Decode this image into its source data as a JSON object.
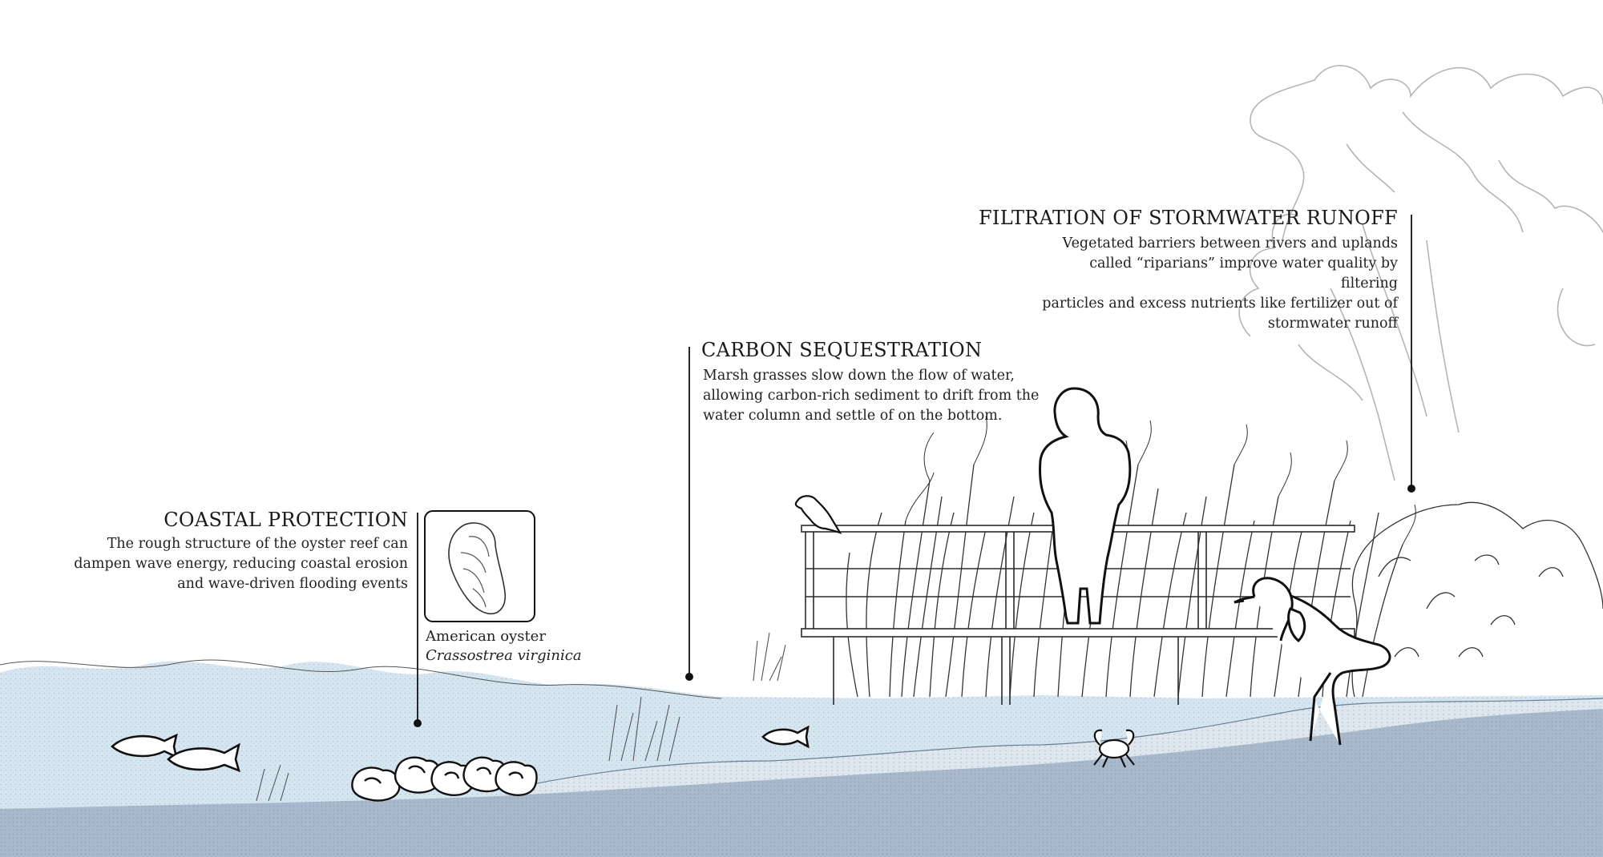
{
  "callouts": {
    "coastal": {
      "title": "COASTAL PROTECTION",
      "lines": [
        "The rough structure of the oyster reef can",
        "dampen wave energy, reducing coastal erosion",
        "and wave-driven flooding events"
      ]
    },
    "carbon": {
      "title": "CARBON SEQUESTRATION",
      "lines": [
        "Marsh grasses slow down the flow of water,",
        "allowing carbon-rich sediment to drift from the",
        "water column and settle of on the bottom."
      ]
    },
    "filtration": {
      "title": "FILTRATION OF STORMWATER RUNOFF",
      "lines": [
        "Vegetated barriers between rivers and uplands",
        "called “riparians” improve water quality by filtering",
        "particles and excess nutrients like fertilizer out of",
        "stormwater runoff"
      ]
    }
  },
  "oyster": {
    "common_name": "American oyster",
    "scientific_name": "Crassostrea virginica"
  },
  "colors": {
    "water": "#d6e6f0",
    "water_dots": "#9fc0d6",
    "sediment": "#dfe7ee",
    "seabed": "#a9b9cc",
    "line": "#1a1a1a",
    "tree": "#b5b5b5"
  }
}
